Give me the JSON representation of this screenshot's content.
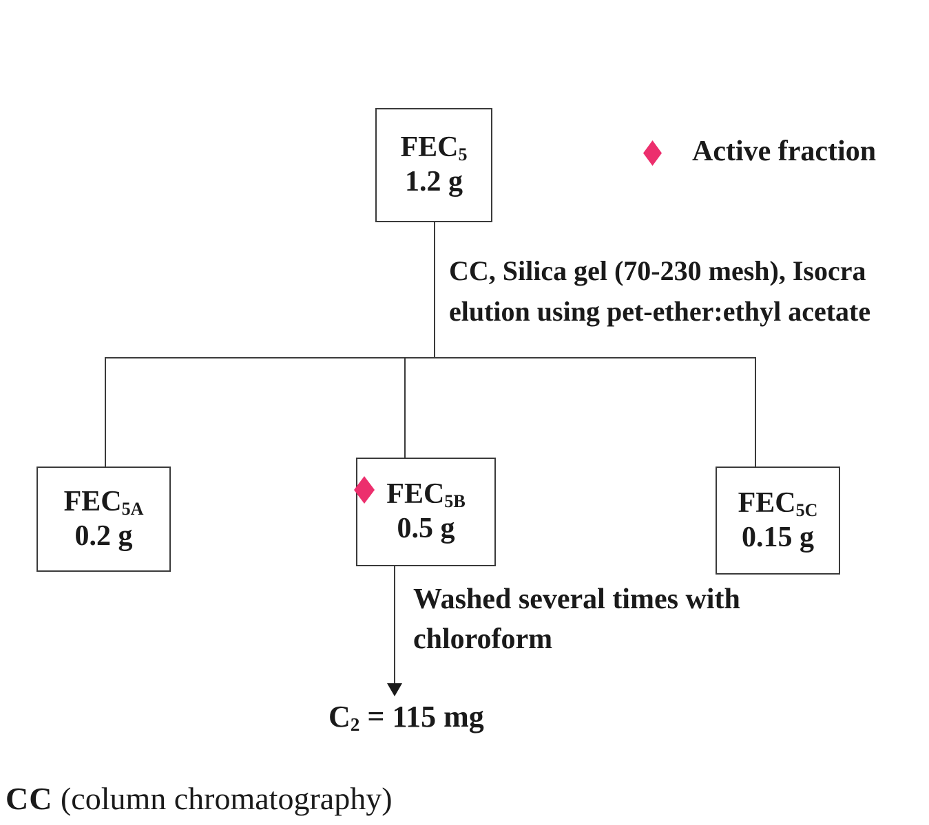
{
  "diagram": {
    "colors": {
      "active_accent": "#ec2f6d",
      "line": "#3a3a3a",
      "text": "#1a1a1a"
    },
    "legend": {
      "symbol": "diamond-icon",
      "label": "Active fraction"
    },
    "root": {
      "name": "FEC",
      "sub": "5",
      "amount": "1.2 g"
    },
    "process": {
      "line1": "CC, Silica gel (70-230 mesh), Isocra",
      "line2": "elution using pet-ether:ethyl acetate"
    },
    "children": {
      "a": {
        "name": "FEC",
        "sub": "5A",
        "amount": "0.2 g"
      },
      "b": {
        "name": "FEC",
        "sub": "5B",
        "amount": "0.5 g",
        "active": true
      },
      "c": {
        "name": "FEC",
        "sub": "5C",
        "amount": "0.15 g"
      }
    },
    "wash": {
      "line1": "Washed several times with",
      "line2": "chloroform"
    },
    "result": {
      "prefix": "C",
      "sub": "2",
      "rest": " = 115 mg"
    },
    "footnote": {
      "bold": "CC",
      "rest": " (column chromatography)"
    }
  }
}
